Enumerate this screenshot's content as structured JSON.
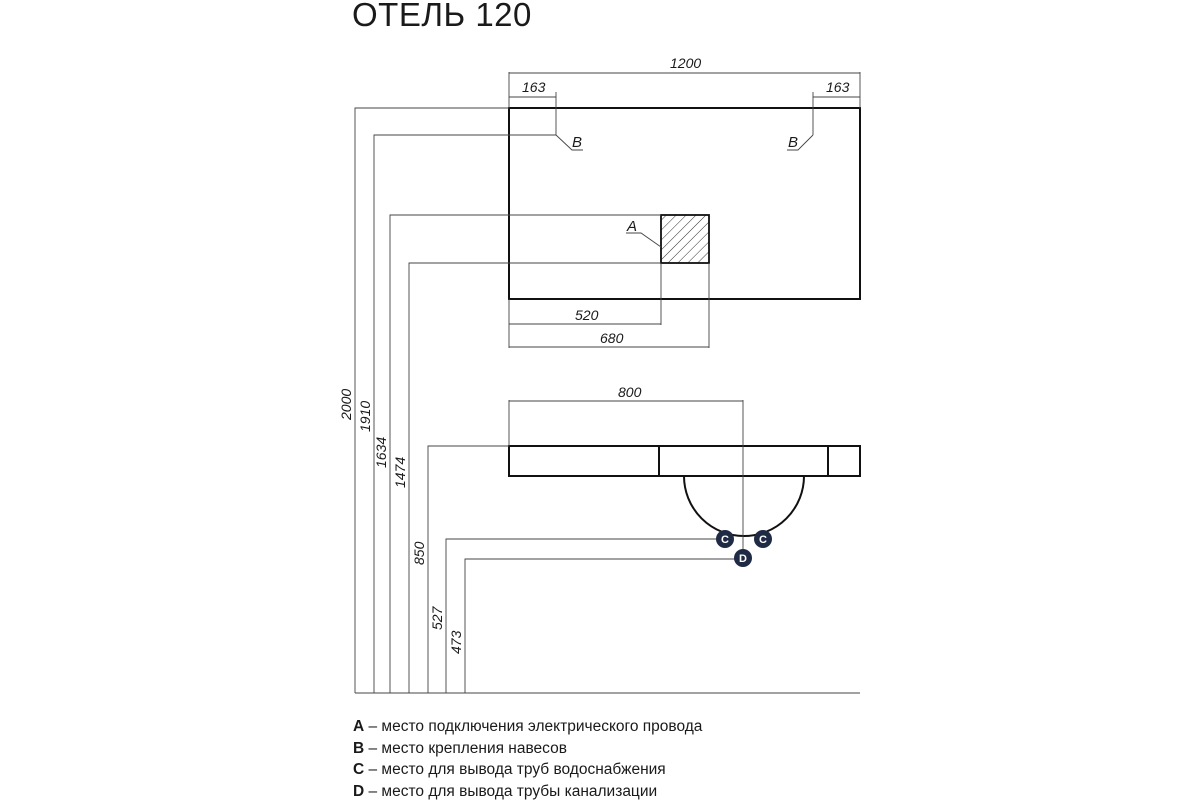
{
  "title": "ОТЕЛЬ 120",
  "top_view": {
    "width_label": "1200",
    "left_offset_label": "163",
    "right_offset_label": "163",
    "mount_left_label": "B",
    "mount_right_label": "B",
    "socket_label": "A",
    "socket_dist_1": "520",
    "socket_dist_2": "680"
  },
  "front_view": {
    "center_label": "800",
    "water_left_label": "C",
    "water_right_label": "C",
    "drain_label": "D"
  },
  "heights": [
    "2000",
    "1910",
    "1634",
    "1474",
    "850",
    "527",
    "473"
  ],
  "legend": [
    {
      "key": "A",
      "text": " – место подключения электрического провода"
    },
    {
      "key": "B",
      "text": " – место крепления навесов"
    },
    {
      "key": "C",
      "text": " – место для вывода труб водоснабжения"
    },
    {
      "key": "D",
      "text": " – место для вывода трубы канализации"
    }
  ],
  "colors": {
    "marker_fill": "#1f2a44",
    "line": "#111111"
  }
}
